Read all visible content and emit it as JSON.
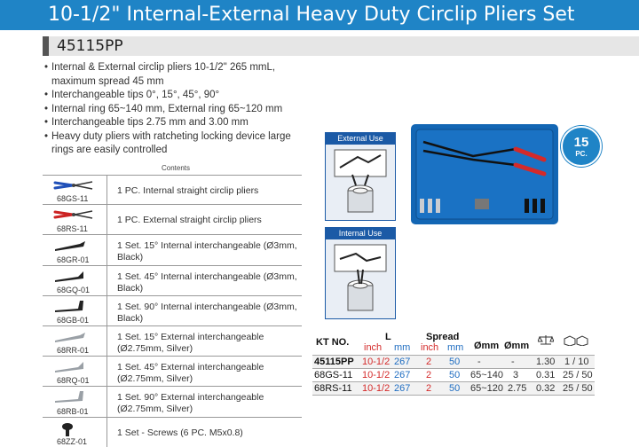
{
  "title": "10-1/2\" Internal-External Heavy Duty Circlip Pliers Set",
  "model": "45115PP",
  "features": [
    "Internal & External circlip pliers 10-1/2\" 265 mmL, maximum spread 45 mm",
    "Interchangeable tips 0°, 15°, 45°, 90°",
    "Internal ring 65~140 mm, External ring 65~120 mm",
    "Interchangeable tips 2.75 mm and 3.00 mm",
    "Heavy duty pliers with ratcheting locking device large rings are easily controlled"
  ],
  "contents_title": "Contents",
  "contents": [
    {
      "code": "68GS-11",
      "desc": "1 PC. Internal straight circlip pliers",
      "icon": "pliers-blue-icon"
    },
    {
      "code": "68RS-11",
      "desc": "1 PC. External straight circlip pliers",
      "icon": "pliers-red-icon"
    },
    {
      "code": "68GR-01",
      "desc": "1 Set. 15° Internal interchangeable (Ø3mm, Black)",
      "icon": "tip-black-icon"
    },
    {
      "code": "68GQ-01",
      "desc": "1 Set. 45° Internal interchangeable (Ø3mm, Black)",
      "icon": "tip-black-icon"
    },
    {
      "code": "68GB-01",
      "desc": "1 Set. 90° Internal interchangeable (Ø3mm, Black)",
      "icon": "tip-black-icon"
    },
    {
      "code": "68RR-01",
      "desc": "1 Set. 15° External interchangeable (Ø2.75mm, Silver)",
      "icon": "tip-silver-icon"
    },
    {
      "code": "68RQ-01",
      "desc": "1 Set. 45° External interchangeable (Ø2.75mm, Silver)",
      "icon": "tip-silver-icon"
    },
    {
      "code": "68RB-01",
      "desc": "1 Set. 90° External interchangeable (Ø2.75mm, Silver)",
      "icon": "tip-silver-icon"
    },
    {
      "code": "68ZZ-01",
      "desc": "1 Set - Screws (6 PC. M5x0.8)",
      "icon": "screw-icon"
    }
  ],
  "external_use": "External Use",
  "internal_use": "Internal Use",
  "badge": {
    "number": "15",
    "unit": "PC."
  },
  "spec": {
    "headers": {
      "kt_no": "KT NO.",
      "l": "L",
      "inch": "inch",
      "mm": "mm",
      "spread": "Spread",
      "spread_inch": "inch",
      "spread_mm": "mm",
      "ring_mm": "Ømm",
      "tip_mm": "Ømm"
    },
    "rows": [
      {
        "kt": "45115PP",
        "inch": "10-1/2",
        "mm": "267",
        "s_inch": "2",
        "s_mm": "50",
        "ring": "-",
        "tip": "-",
        "weight": "1.30",
        "pack": "1 / 10"
      },
      {
        "kt": "68GS-11",
        "inch": "10-1/2",
        "mm": "267",
        "s_inch": "2",
        "s_mm": "50",
        "ring": "65~140",
        "tip": "3",
        "weight": "0.31",
        "pack": "25 / 50"
      },
      {
        "kt": "68RS-11",
        "inch": "10-1/2",
        "mm": "267",
        "s_inch": "2",
        "s_mm": "50",
        "ring": "65~120",
        "tip": "2.75",
        "weight": "0.32",
        "pack": "25 / 50"
      }
    ]
  },
  "colors": {
    "brand_blue": "#1f84c6",
    "case_blue": "#1366b4",
    "accent_red": "#d42a2a"
  }
}
